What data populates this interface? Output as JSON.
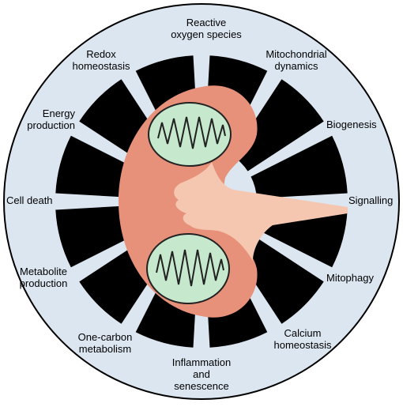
{
  "colors": {
    "outer_disc": "#dce6f1",
    "outer_stroke": "#000000",
    "wedges": "#000000",
    "kidney": "#e8917a",
    "pelvis": "#f5c7b0",
    "mitochondria_fill": "#c6e8cc",
    "mitochondria_stroke": "#222222"
  },
  "labels": {
    "top": [
      "Reactive",
      "oxygen species"
    ],
    "mitochondrial_dynamics": [
      "Mitochondrial",
      "dynamics"
    ],
    "biogenesis": [
      "Biogenesis"
    ],
    "signalling": [
      "Signalling"
    ],
    "mitophagy": [
      "Mitophagy"
    ],
    "calcium": [
      "Calcium",
      "homeostasis"
    ],
    "inflammation": [
      "Inflammation",
      "and",
      "senescence"
    ],
    "one_carbon": [
      "One-carbon",
      "metabolism"
    ],
    "metabolite": [
      "Metabolite",
      "production"
    ],
    "cell_death": [
      "Cell death"
    ],
    "energy": [
      "Energy",
      "production"
    ],
    "redox": [
      "Redox",
      "homeostasis"
    ]
  },
  "icons": {
    "kidney": "kidney-icon",
    "mitochondrion": "mitochondrion-icon"
  }
}
